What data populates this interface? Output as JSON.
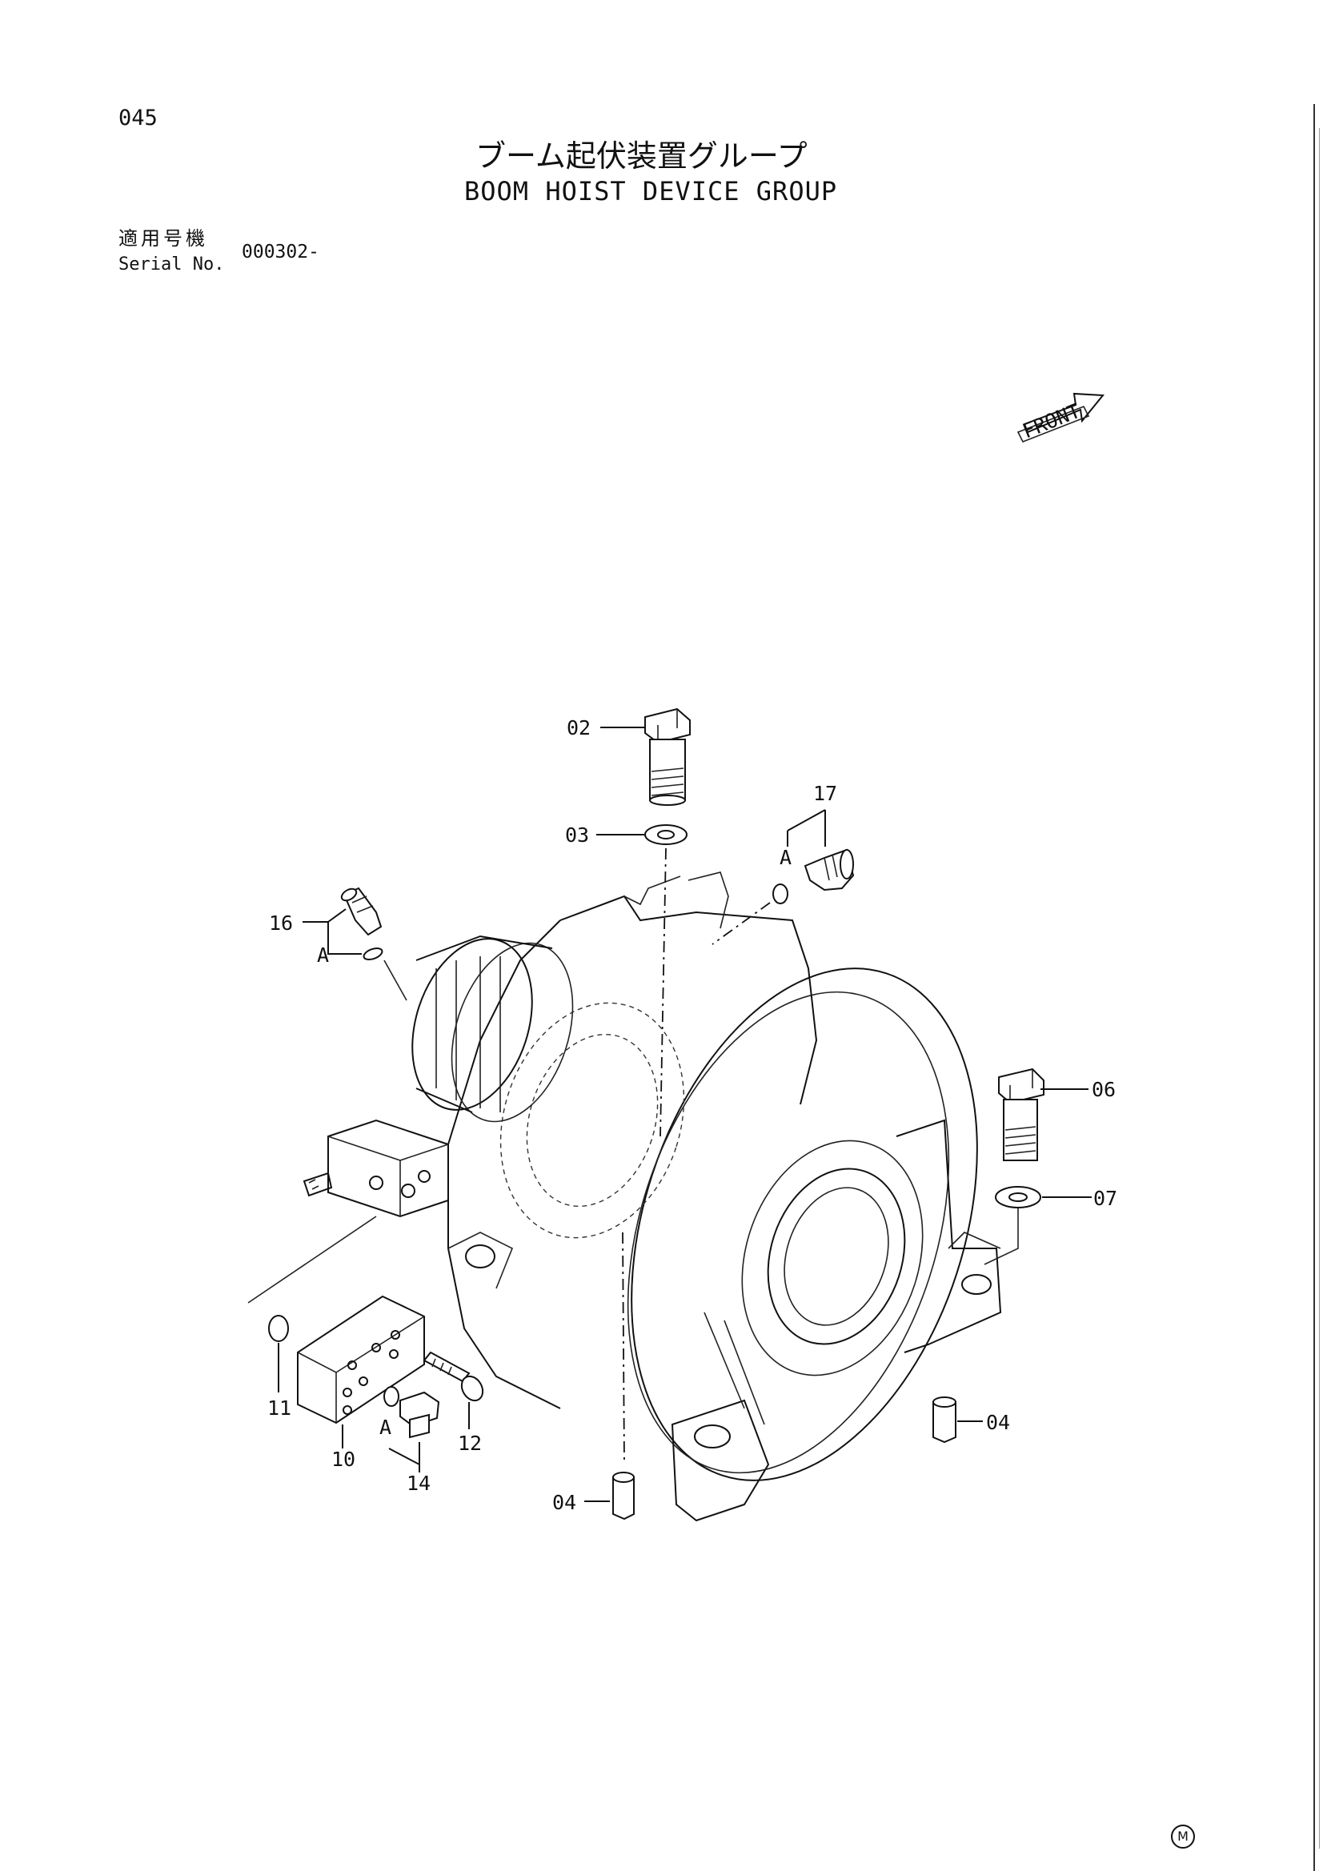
{
  "header": {
    "page_number": "045",
    "title_jp": "ブーム起伏装置グループ",
    "title_en": "BOOM HOIST DEVICE GROUP",
    "serial_label_jp": "適用号機",
    "serial_label_en": "Serial No.",
    "serial_value": "000302-"
  },
  "front_badge": "FRONT",
  "callouts": {
    "c02": "02",
    "c03": "03",
    "c17": "17",
    "c16": "16",
    "c06": "06",
    "c07": "07",
    "c04_right": "04",
    "c04_bottom": "04",
    "c11": "11",
    "c10": "10",
    "c12": "12",
    "c14": "14",
    "a_left": "A",
    "a_right": "A",
    "a_bottom": "A"
  },
  "footer_mark": "M"
}
